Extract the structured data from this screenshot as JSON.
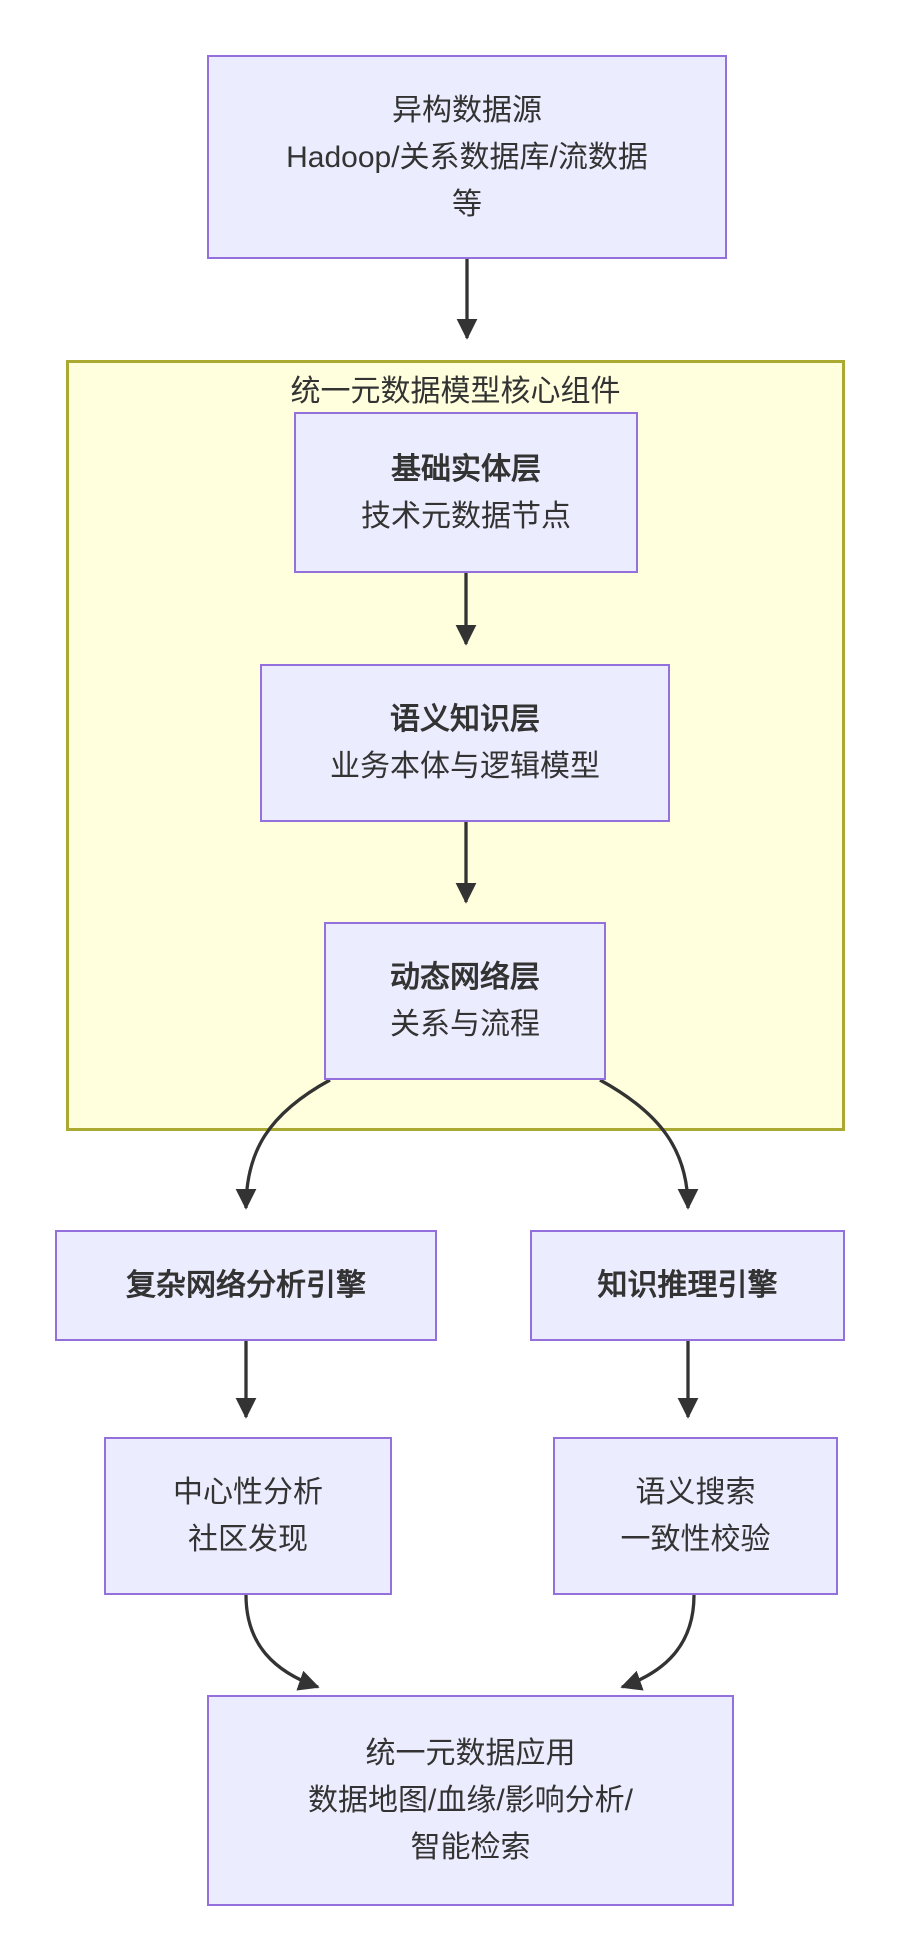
{
  "diagram": {
    "source_node": {
      "lines": [
        "异构数据源",
        "Hadoop/关系数据库/流数据",
        "等"
      ]
    },
    "cluster": {
      "title": "统一元数据模型核心组件"
    },
    "layers": [
      {
        "title": "基础实体层",
        "subtitle": "技术元数据节点"
      },
      {
        "title": "语义知识层",
        "subtitle": "业务本体与逻辑模型"
      },
      {
        "title": "动态网络层",
        "subtitle": "关系与流程"
      }
    ],
    "engines": [
      {
        "label": "复杂网络分析引擎"
      },
      {
        "label": "知识推理引擎"
      }
    ],
    "outputs": [
      {
        "lines": [
          "中心性分析",
          "社区发现"
        ]
      },
      {
        "lines": [
          "语义搜索",
          "一致性校验"
        ]
      }
    ],
    "application": {
      "lines": [
        "统一元数据应用",
        "数据地图/血缘/影响分析/",
        "智能检索"
      ]
    },
    "colors": {
      "node_fill": "#ECECFF",
      "node_border": "#9370DB",
      "cluster_fill": "#FFFFDE",
      "cluster_border": "#AAAA33",
      "edge": "#333333",
      "text": "#333333"
    }
  }
}
